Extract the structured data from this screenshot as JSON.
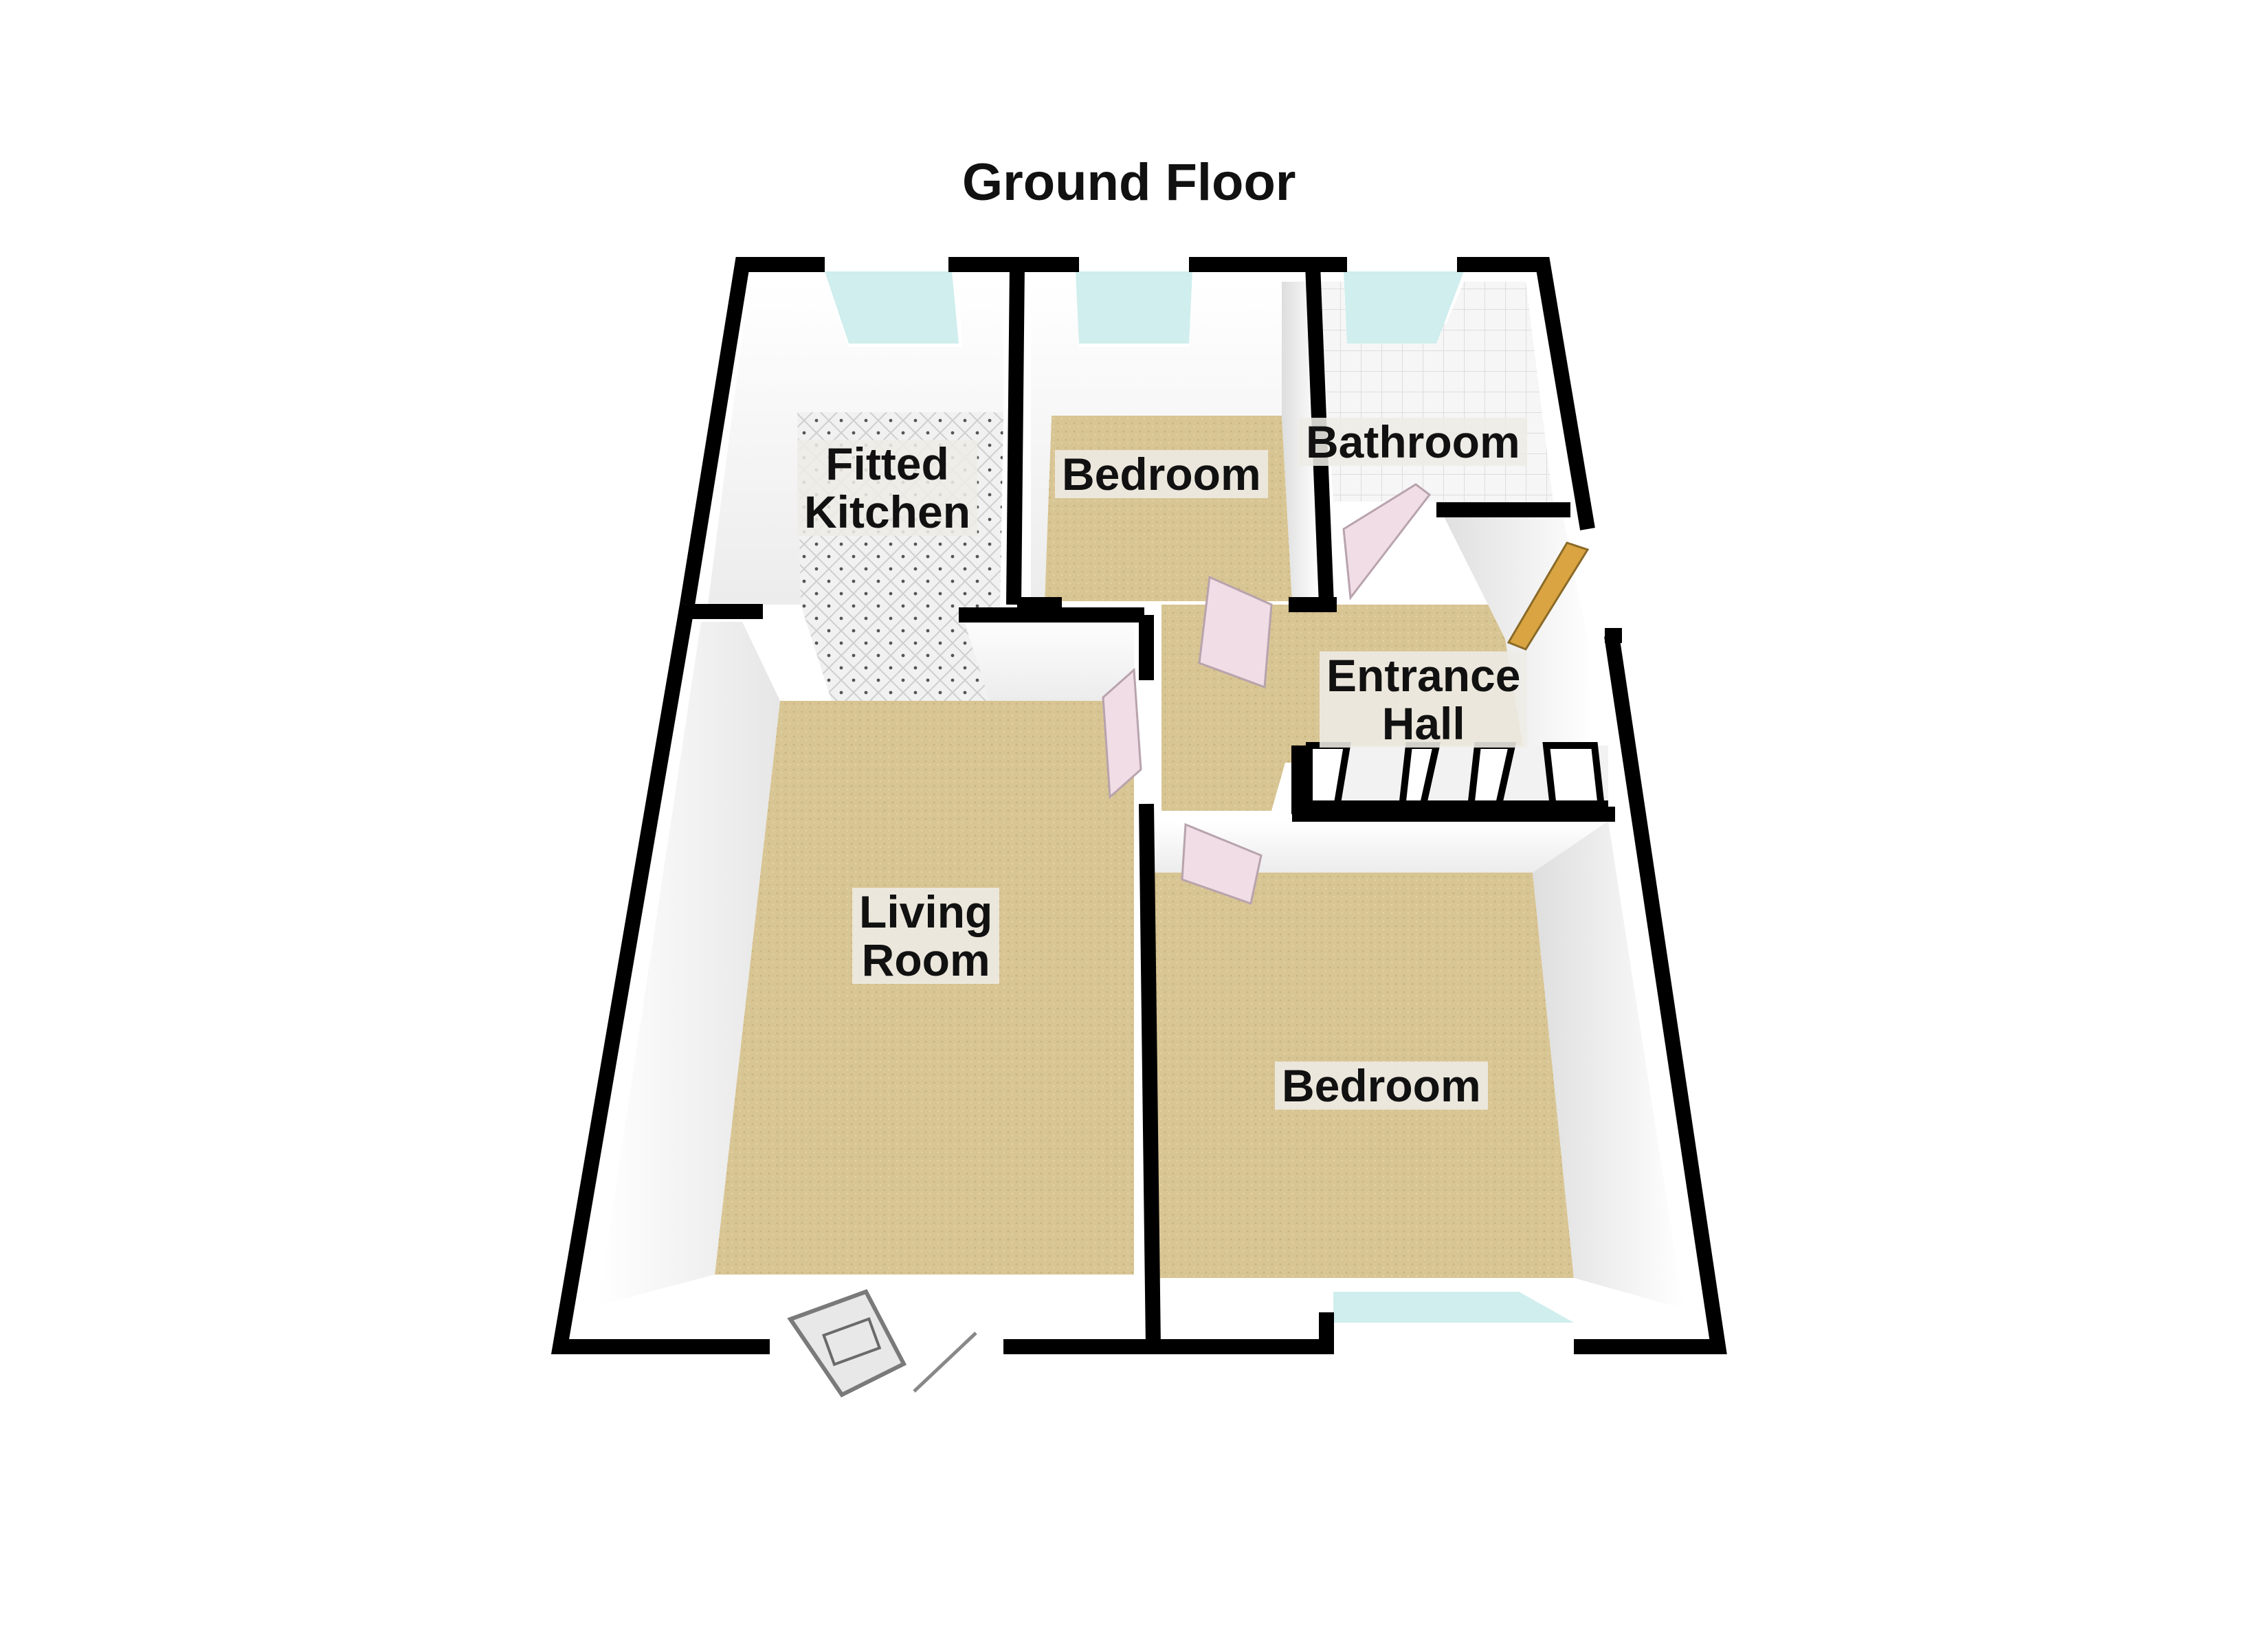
{
  "floor": {
    "title": "Ground Floor"
  },
  "rooms": {
    "fitted_kitchen": {
      "line1": "Fitted",
      "line2": "Kitchen"
    },
    "bedroom_small": {
      "line1": "Bedroom"
    },
    "bathroom": {
      "line1": "Bathroom"
    },
    "entrance_hall": {
      "line1": "Entrance",
      "line2": "Hall"
    },
    "living_room": {
      "line1": "Living",
      "line2": "Room"
    },
    "bedroom_large": {
      "line1": "Bedroom"
    }
  },
  "colors": {
    "wall": "#000000",
    "wall_inner": "#ffffff",
    "carpet": "#d8c594",
    "kitchen_tile": "#f1f1f1",
    "bathroom_tile": "#f4f4f4",
    "window_glass": "#cfeeed",
    "door": "#f0dde6"
  }
}
